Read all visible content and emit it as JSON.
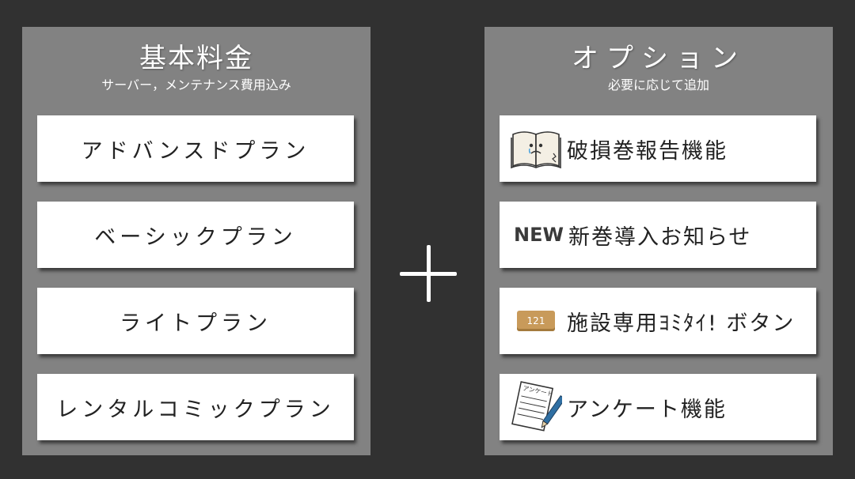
{
  "left_panel": {
    "title": "基本料金",
    "subtitle": "サーバー，メンテナンス費用込み",
    "plans": [
      {
        "label": "アドバンスドプラン"
      },
      {
        "label": "ベーシックプラン"
      },
      {
        "label": "ライトプラン"
      },
      {
        "label": "レンタルコミックプラン"
      }
    ]
  },
  "right_panel": {
    "title": "オプション",
    "subtitle": "必要に応じて追加",
    "options": [
      {
        "label": "破損巻報告機能",
        "icon": "damaged-book-icon"
      },
      {
        "label": "新巻導入お知らせ",
        "icon": "new-badge-icon",
        "badge": "NEW"
      },
      {
        "label": "施設専用ﾖﾐﾀｲ! ボタン",
        "icon": "counter-icon",
        "counter": "121"
      },
      {
        "label": "アンケート機能",
        "icon": "survey-sheet-icon",
        "sheet_text": "アンケート"
      }
    ]
  },
  "colors": {
    "background": "#313131",
    "panel": "#828282",
    "card": "#ffffff",
    "text": "#222222"
  }
}
